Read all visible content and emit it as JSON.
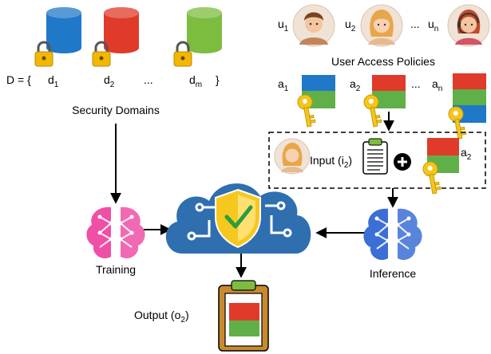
{
  "domains": {
    "set_prefix": "D = {",
    "set_suffix": "}",
    "items": [
      {
        "base": "d",
        "sub": "1",
        "color": "#1f78c8"
      },
      {
        "base": "d",
        "sub": "2",
        "color": "#e03a2a"
      },
      {
        "base": "d",
        "sub": "m",
        "color": "#7cbd3f"
      }
    ],
    "ellipsis": "...",
    "caption": "Security Domains"
  },
  "users": {
    "items": [
      {
        "base": "u",
        "sub": "1"
      },
      {
        "base": "u",
        "sub": "2"
      },
      {
        "base": "u",
        "sub": "n"
      }
    ],
    "ellipsis": "...",
    "caption": "User Access Policies"
  },
  "policies": {
    "items": [
      {
        "base": "a",
        "sub": "1"
      },
      {
        "base": "a",
        "sub": "2"
      },
      {
        "base": "a",
        "sub": "n"
      }
    ],
    "ellipsis": "..."
  },
  "inference_input": {
    "label": "Input (i",
    "sub": "2",
    "close": ")",
    "policy_base": "a",
    "policy_sub": "2"
  },
  "training": {
    "label": "Training",
    "color": "#ef4fa6"
  },
  "inference": {
    "label": "Inference",
    "color": "#3b6fd6"
  },
  "output": {
    "label": "Output (o",
    "sub": "2",
    "close": ")"
  },
  "colors": {
    "blue": "#1f78c8",
    "red": "#e03a2a",
    "green": "#5fb048",
    "cloud": "#2f6fb0",
    "shield": "#f6c81f",
    "key": "#f4c51c",
    "lock": "#f2b705"
  }
}
